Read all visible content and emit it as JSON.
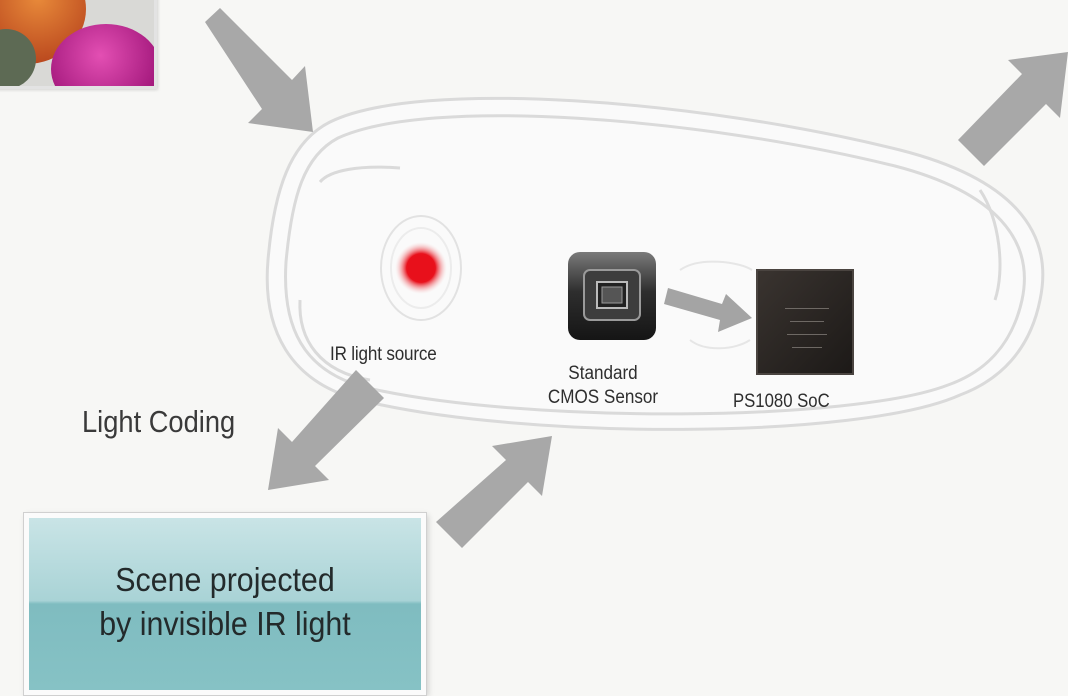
{
  "labels": {
    "ir_light_source": "IR light source",
    "cmos_line1": "Standard",
    "cmos_line2": "CMOS Sensor",
    "soc": "PS1080 SoC",
    "light_coding": "Light Coding"
  },
  "scene_box": {
    "line1": "Scene projected",
    "line2": "by invisible IR light"
  },
  "colors": {
    "arrow": "#a9a9a9",
    "ir_dot": "#e8101b",
    "scene_box_top": "#c9e4e6",
    "scene_box_bottom": "#86c2c5",
    "chip": "#2b2622",
    "sensor": "#2a2a2a"
  }
}
